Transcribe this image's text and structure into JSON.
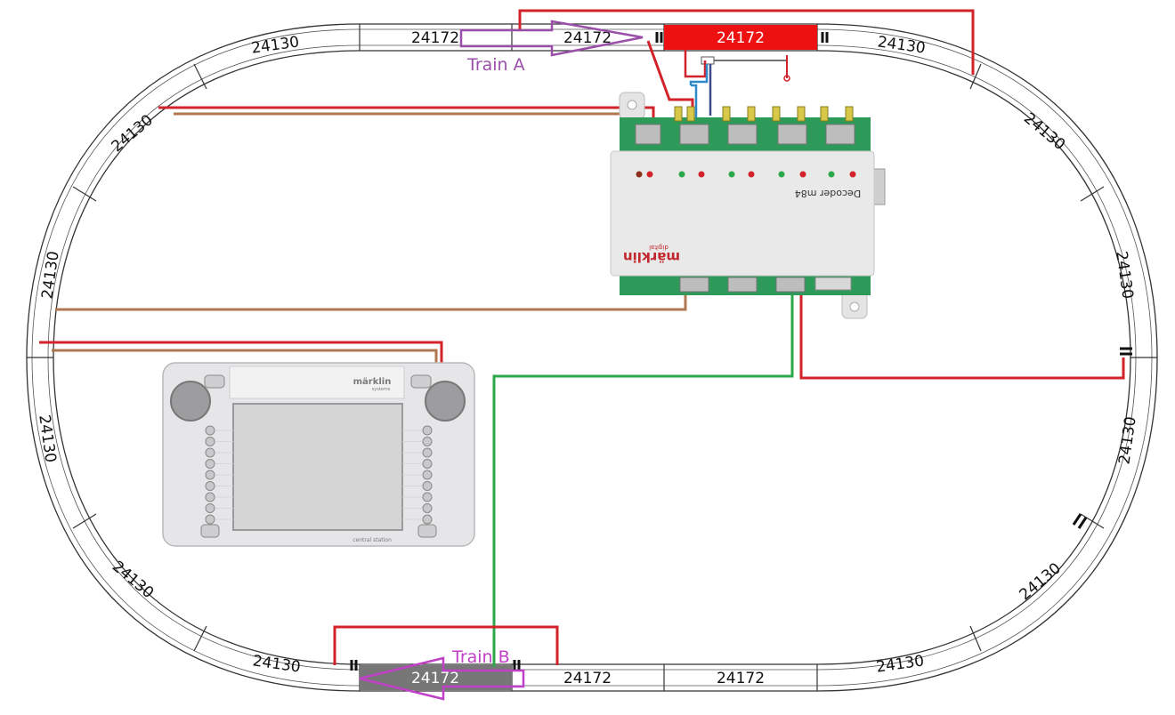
{
  "track": {
    "curve_label": "24130",
    "straight_label": "24172"
  },
  "trains": {
    "a_label": "Train A",
    "b_label": "Train B"
  },
  "decoder": {
    "model_label": "Decoder m84",
    "brand": "märklin",
    "brand_sub": "digital"
  },
  "control_station": {
    "brand": "märklin",
    "brand_sub": "systems",
    "caption": "central station"
  },
  "colors": {
    "track_rail": "#333333",
    "wire_red": "#d2232a",
    "wire_brown": "#b07850",
    "wire_green": "#2aa84a",
    "wire_blue": "#2e89c9",
    "contact_track_red": "#ee1111",
    "contact_track_gray": "#777777",
    "train_a": "#9a4fa8",
    "train_b": "#c040c8",
    "decoder_pcb": "#2e9a5a",
    "decoder_body": "#e9e9ea"
  }
}
